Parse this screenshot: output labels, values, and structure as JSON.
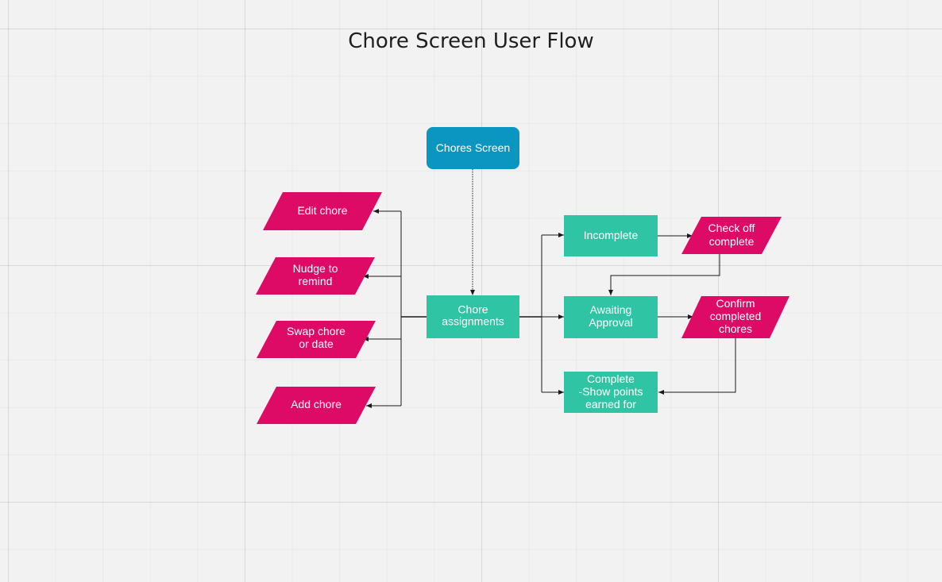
{
  "diagram": {
    "title": "Chore Screen User Flow",
    "colors": {
      "start": "#0a96c0",
      "process": "#2ec4a4",
      "io": "#dd0a66"
    },
    "nodes": {
      "chores_screen": {
        "lines": [
          "Chores Screen"
        ]
      },
      "chore_assignments": {
        "lines": [
          "Chore",
          "assignments"
        ]
      },
      "edit_chore": {
        "lines": [
          "Edit chore"
        ]
      },
      "nudge_to_remind": {
        "lines": [
          "Nudge to",
          "remind"
        ]
      },
      "swap_chore": {
        "lines": [
          "Swap chore",
          "or date"
        ]
      },
      "add_chore": {
        "lines": [
          "Add chore"
        ]
      },
      "incomplete": {
        "lines": [
          "Incomplete"
        ]
      },
      "awaiting_approval": {
        "lines": [
          "Awaiting",
          "Approval"
        ]
      },
      "complete": {
        "lines": [
          "Complete",
          "-Show points",
          "earned for"
        ]
      },
      "check_off_complete": {
        "lines": [
          "Check off",
          "complete"
        ]
      },
      "confirm_completed": {
        "lines": [
          "Confirm",
          "completed",
          "chores"
        ]
      }
    }
  }
}
